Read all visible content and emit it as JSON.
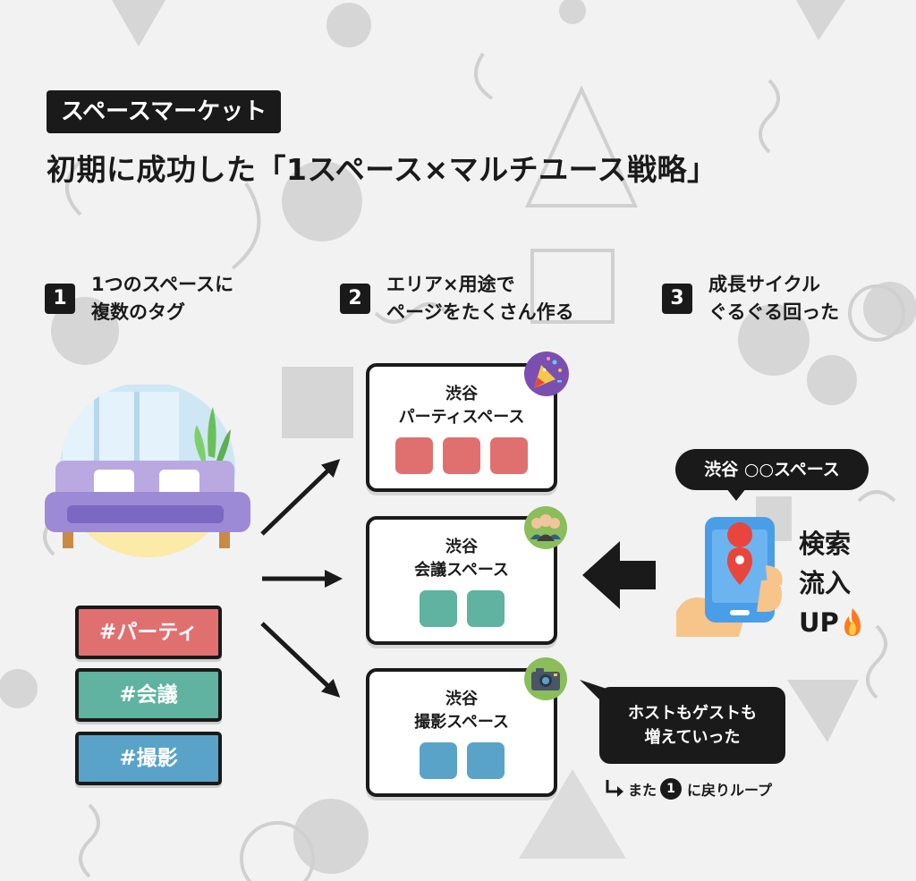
{
  "header": {
    "brand": "スペースマーケット",
    "title": "初期に成功した「1スペース×マルチユース戦略」"
  },
  "steps": [
    {
      "num": "1",
      "line1": "1つのスペースに",
      "line2": "複数のタグ"
    },
    {
      "num": "2",
      "line1": "エリア×用途で",
      "line2": "ページをたくさん作る"
    },
    {
      "num": "3",
      "line1": "成長サイクル",
      "line2": "ぐるぐる回った"
    }
  ],
  "tags": [
    {
      "label": "#パーティ",
      "color": "#e07070"
    },
    {
      "label": "#会議",
      "color": "#5fb3a0"
    },
    {
      "label": "#撮影",
      "color": "#5aa3c8"
    }
  ],
  "cards": [
    {
      "title": "渋谷\nパーティスペース",
      "tiles": 3,
      "color": "#e07070",
      "icon": "party-popper-icon"
    },
    {
      "title": "渋谷\n会議スペース",
      "tiles": 2,
      "color": "#5fb3a0",
      "icon": "meeting-people-icon"
    },
    {
      "title": "渋谷\n撮影スペース",
      "tiles": 2,
      "color": "#5aa3c8",
      "icon": "camera-icon"
    }
  ],
  "search": {
    "query": "渋谷 ○○スペース",
    "line1": "検索",
    "line2": "流入",
    "line3": "UP"
  },
  "growth": {
    "line1": "ホストもゲストも",
    "line2": "増えていった"
  },
  "loop": {
    "prefix": "また",
    "num": "1",
    "suffix": "に戻りループ"
  },
  "colors": {
    "dark": "#1a1a1a",
    "party": "#e07070",
    "meeting": "#5fb3a0",
    "photo": "#5aa3c8",
    "phone": "#4a9ee8",
    "pin": "#e8463c",
    "flame": "#ff7a1a"
  }
}
